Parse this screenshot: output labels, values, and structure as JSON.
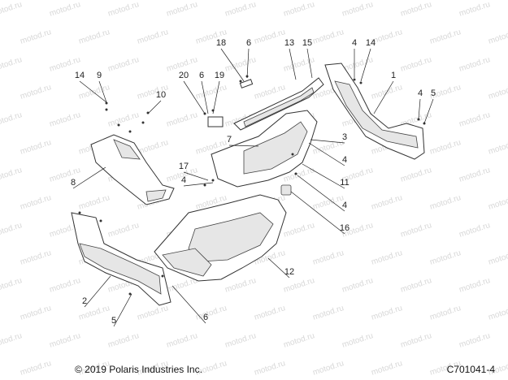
{
  "footer": {
    "copyright": "© 2019 Polaris Industries Inc.",
    "figure_code": "C701041-4"
  },
  "watermark_text": "motod.ru",
  "callouts": [
    "18",
    "6",
    "13",
    "15",
    "4",
    "14",
    "14",
    "9",
    "10",
    "20",
    "6",
    "19",
    "1",
    "4",
    "5",
    "7",
    "3",
    "4",
    "8",
    "17",
    "4",
    "11",
    "4",
    "16",
    "2",
    "12",
    "5",
    "6"
  ]
}
